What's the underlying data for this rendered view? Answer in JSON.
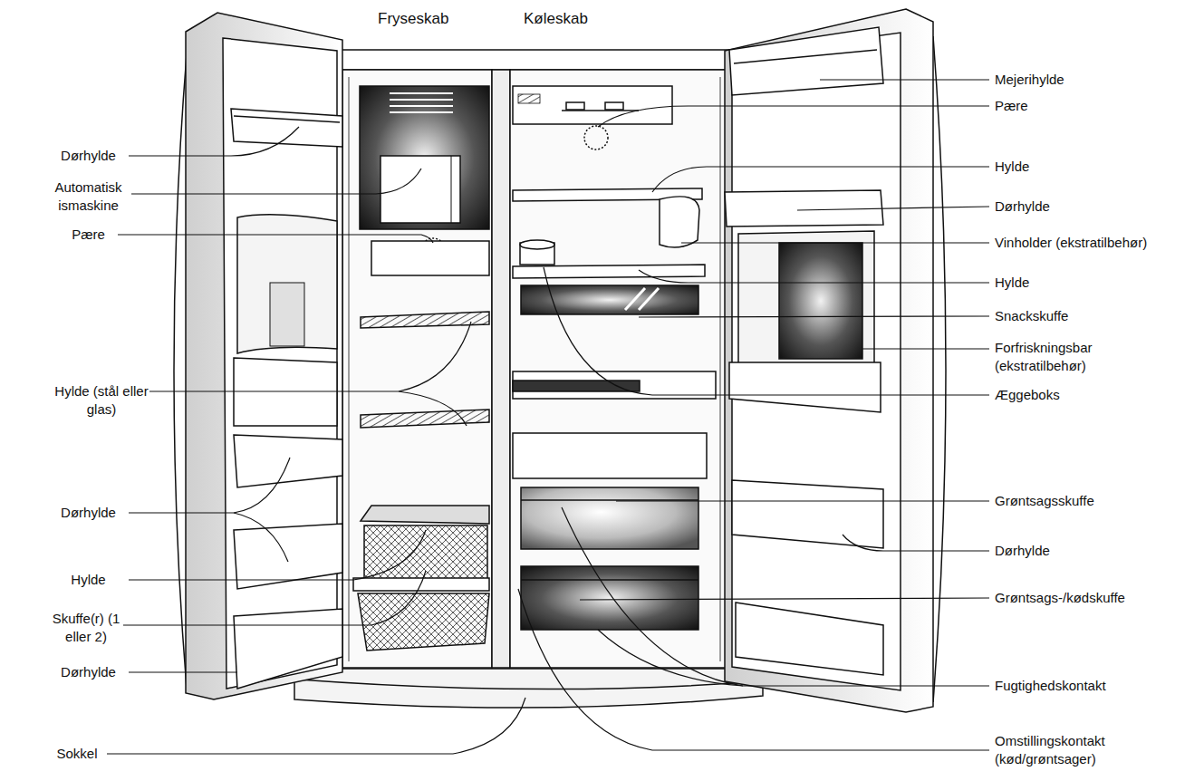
{
  "diagram": {
    "labels": [
      "Fryseskab",
      "Køleskab",
      "Dørhylde",
      "Automatisk ismaskine",
      "Pære",
      "Hylde (stål eller glas)",
      "Dørhylde",
      "Hylde",
      "Skuffe(r) (1 eller 2)",
      "Dørhylde",
      "Sokkel",
      "Mejerihylde",
      "Pære",
      "Hylde",
      "Dørhylde",
      "Vinholder (ekstratilbehør)",
      "Hylde",
      "Snackskuffe",
      "Forfriskningsbar (ekstratilbehør)",
      "Æggeboks",
      "Grøntsagsskuffe",
      "Dørhylde",
      "Grøntsags-/kødskuffe",
      "Fugtighedskontakt",
      "Omstillingskontakt (kød/grøntsager)"
    ]
  }
}
